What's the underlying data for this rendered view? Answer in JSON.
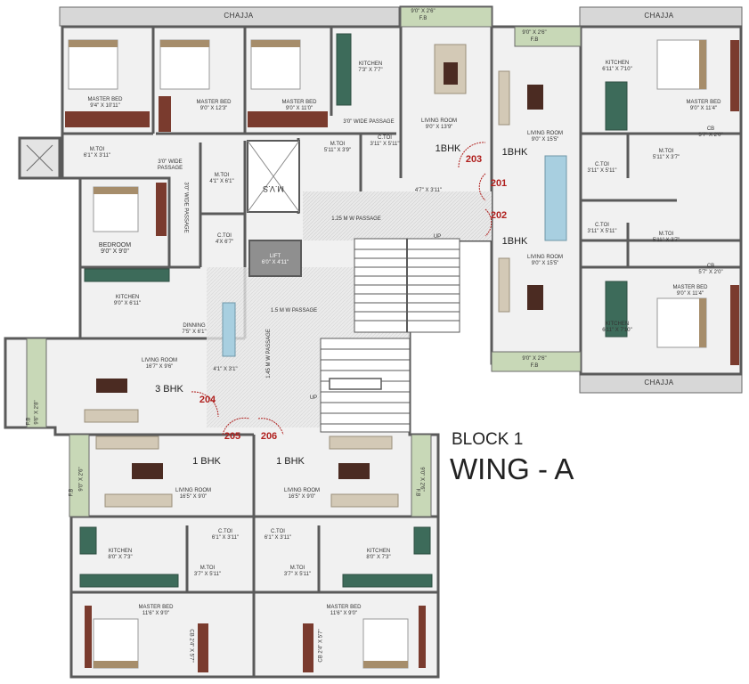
{
  "title": {
    "block": "BLOCK 1",
    "wing": "WING - A"
  },
  "chajja": [
    "CHAJJA",
    "CHAJJA",
    "CHAJJA"
  ],
  "flower_beds": [
    "9'0\" X 2'6\"",
    "F.B",
    "9'0\" X 2'6\"",
    "F.B",
    "9'0\" X 2'6\"",
    "F.B",
    "9'6\" X 2'8\"",
    "F.B",
    "9'0\" X 2'6\"",
    "F.B",
    "9'0\" X 2'6\"",
    "F.B"
  ],
  "units": {
    "u203": {
      "number": "203",
      "type": "1BHK"
    },
    "u201": {
      "number": "201",
      "type": "1BHK"
    },
    "u202": {
      "number": "202",
      "type": "1BHK"
    },
    "u204": {
      "number": "204",
      "type": "3 BHK"
    },
    "u205": {
      "number": "205",
      "type": "1 BHK"
    },
    "u206": {
      "number": "206",
      "type": "1 BHK"
    }
  },
  "rooms": {
    "mb1": {
      "name": "MASTER BED",
      "size": "9'4\" X 10'11\""
    },
    "mb2": {
      "name": "MASTER BED",
      "size": "9'0\" X 12'3\""
    },
    "mb3": {
      "name": "MASTER BED",
      "size": "9'0\" X 11'0\""
    },
    "kit203": {
      "name": "KITCHEN",
      "size": "7'3\" X 7'7\""
    },
    "lr203": {
      "name": "LIVING ROOM",
      "size": "9'0\" X 13'9\""
    },
    "passage3": {
      "name": "3'0\" WIDE PASSAGE"
    },
    "mtoi1": {
      "name": "M.TOI",
      "size": "6'1\" X 3'11\""
    },
    "passage3b": {
      "name": "3'0\" WIDE",
      "sub": "PASSAGE"
    },
    "mtoi203": {
      "name": "M.TOI",
      "size": "5'11\" X 3'9\""
    },
    "ctoi203": {
      "name": "C.TOI",
      "size": "3'11\" X 5'11\""
    },
    "bal203": {
      "size": "4'7\" X 3'11\""
    },
    "mtoi204": {
      "name": "M.TOI",
      "size": "4'1\" X 6'1\""
    },
    "ctoi204": {
      "name": "C.TOI",
      "size": "4'X 6'7\""
    },
    "bed204": {
      "name": "BEDROOM",
      "size": "9'0\" X 9'0\""
    },
    "kit204": {
      "name": "KITCHEN",
      "size": "9'0\" X 6'11\""
    },
    "din204": {
      "name": "DINNING",
      "size": "7'5\" X 6'1\""
    },
    "bal204": {
      "size": "4'1\" X 3'1\""
    },
    "lr204": {
      "name": "LIVING ROOM",
      "size": "16'7\" X 9'6\""
    },
    "kit201": {
      "name": "KITCHEN",
      "size": "6'11\" X 7'10\""
    },
    "mb201": {
      "name": "MASTER BED",
      "size": "9'0\" X 11'4\""
    },
    "cb201": {
      "name": "CB",
      "size": "5'7\" X 2'0\""
    },
    "lr201": {
      "name": "LIVING ROOM",
      "size": "9'0\" X 15'5\""
    },
    "ctoi201": {
      "name": "C.TOI",
      "size": "3'11\" X 5'11\""
    },
    "mtoi201": {
      "name": "M.TOI",
      "size": "5'11\" X 3'7\""
    },
    "ctoi202": {
      "name": "C.TOI",
      "size": "3'11\" X 5'11\""
    },
    "mtoi202": {
      "name": "M.TOI",
      "size": "5'11\" X 3'7\""
    },
    "cb202": {
      "name": "CB",
      "size": "5'7\" X 2'0\""
    },
    "mb202": {
      "name": "MASTER BED",
      "size": "9'0\" X 11'4\""
    },
    "lr202": {
      "name": "LIVING ROOM",
      "size": "9'0\" X 15'5\""
    },
    "kit202": {
      "name": "KITCHEN",
      "size": "6'11\" X 7'10\""
    },
    "lr205": {
      "name": "LIVING ROOM",
      "size": "16'5\" X 9'0\""
    },
    "lr206": {
      "name": "LIVING ROOM",
      "size": "16'5\" X 9'0\""
    },
    "ctoi205": {
      "name": "C.TOI",
      "size": "6'1\" X 3'11\""
    },
    "ctoi206": {
      "name": "C.TOI",
      "size": "6'1\" X 3'11\""
    },
    "kit205": {
      "name": "KITCHEN",
      "size": "8'0\" X 7'3\""
    },
    "kit206": {
      "name": "KITCHEN",
      "size": "8'0\" X 7'3\""
    },
    "mtoi205": {
      "name": "M.TOI",
      "size": "3'7\" X 5'11\""
    },
    "mtoi206": {
      "name": "M.TOI",
      "size": "3'7\" X 5'11\""
    },
    "mb205": {
      "name": "MASTER BED",
      "size": "11'6\" X 9'0\""
    },
    "mb206": {
      "name": "MASTER BED",
      "size": "11'6\" X 9'0\""
    },
    "cb205": {
      "name": "CB",
      "size": "2'4\" X 5'7\""
    },
    "cb206": {
      "name": "CB",
      "size": "2'4\" X 5'7\""
    }
  },
  "common": {
    "mvs": "M.V.S",
    "lift": {
      "name": "LIFT",
      "size": "6'0\" X 4'11\""
    },
    "passage125": "1.25 M W PASSAGE",
    "passage15": "1.5 M W PASSAGE",
    "passage145": "1.45 M W PASSAGE",
    "passage3wide": "3'0\" WIDE PASSAGE",
    "up1": "UP",
    "up2": "UP"
  },
  "colors": {
    "wall": "#5a5a5a",
    "floor": "#f1f1f1",
    "green": "#3d6b5a",
    "wood": "#7a3b2e",
    "door": "#b0201e",
    "unit_num": "#b0201e"
  }
}
